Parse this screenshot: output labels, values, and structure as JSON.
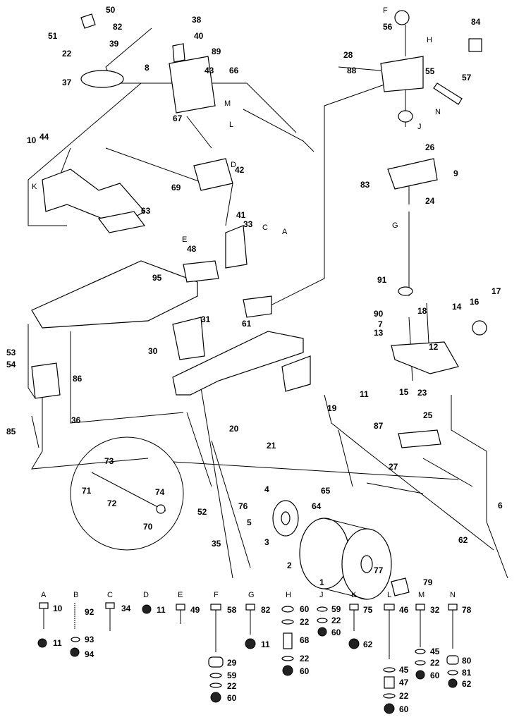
{
  "diagram": {
    "callouts": [
      "50",
      "51",
      "82",
      "38",
      "40",
      "89",
      "22",
      "39",
      "37",
      "8",
      "43",
      "66",
      "M",
      "67",
      "L",
      "10",
      "44",
      "K",
      "69",
      "63",
      "E",
      "48",
      "33",
      "41",
      "C",
      "A",
      "42",
      "D",
      "F",
      "H",
      "84",
      "28",
      "88",
      "55",
      "57",
      "N",
      "56",
      "J",
      "26",
      "9",
      "83",
      "24",
      "G",
      "91",
      "90",
      "13",
      "18",
      "14",
      "16",
      "17",
      "12",
      "7",
      "15",
      "23",
      "25",
      "95",
      "61",
      "31",
      "30",
      "53",
      "54",
      "86",
      "36",
      "85",
      "20",
      "19",
      "87",
      "11",
      "21",
      "27",
      "65",
      "64",
      "4",
      "5",
      "76",
      "3",
      "2",
      "1",
      "77",
      "79",
      "52",
      "35",
      "6",
      "62",
      "73",
      "71",
      "72",
      "74",
      "70"
    ],
    "legend": {
      "A": {
        "letter": "A",
        "parts": [
          "10",
          "11"
        ]
      },
      "B": {
        "letter": "B",
        "parts": [
          "92",
          "93",
          "94"
        ]
      },
      "C": {
        "letter": "C",
        "parts": [
          "34"
        ]
      },
      "D": {
        "letter": "D",
        "parts": [
          "11"
        ]
      },
      "E": {
        "letter": "E",
        "parts": [
          "49"
        ]
      },
      "F": {
        "letter": "F",
        "parts": [
          "58",
          "29",
          "59",
          "22",
          "60"
        ]
      },
      "G": {
        "letter": "G",
        "parts": [
          "82",
          "11"
        ]
      },
      "H": {
        "letter": "H",
        "parts": [
          "60",
          "22",
          "68",
          "22",
          "60"
        ]
      },
      "J": {
        "letter": "J",
        "parts": [
          "59",
          "22",
          "60"
        ]
      },
      "K": {
        "letter": "K",
        "parts": [
          "75",
          "62"
        ]
      },
      "L": {
        "letter": "L",
        "parts": [
          "46",
          "45",
          "47",
          "22",
          "60"
        ]
      },
      "M": {
        "letter": "M",
        "parts": [
          "32",
          "45",
          "22",
          "60"
        ]
      },
      "N": {
        "letter": "N",
        "parts": [
          "78",
          "80",
          "81",
          "62"
        ]
      }
    }
  }
}
